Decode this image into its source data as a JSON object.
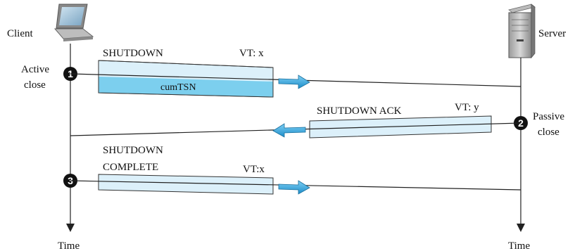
{
  "client": {
    "label": "Client",
    "time_label": "Time"
  },
  "server": {
    "label": "Server",
    "time_label": "Time"
  },
  "steps": [
    {
      "number": "1",
      "note_line1": "Active",
      "note_line2": "close"
    },
    {
      "number": "2",
      "note_line1": "Passive",
      "note_line2": "close"
    },
    {
      "number": "3"
    }
  ],
  "packets": {
    "shutdown": {
      "title": "SHUTDOWN",
      "vt": "VT: x",
      "field": "cumTSN"
    },
    "shutdown_ack": {
      "title": "SHUTDOWN ACK",
      "vt": "VT: y"
    },
    "shutdown_complete": {
      "title_line1": "SHUTDOWN",
      "title_line2": "COMPLETE",
      "vt": "VT:x"
    }
  },
  "colors": {
    "packet_fill": "#dcf0fa",
    "field_fill": "#7ccfee",
    "arrow_fill": "#2aa0dc"
  }
}
